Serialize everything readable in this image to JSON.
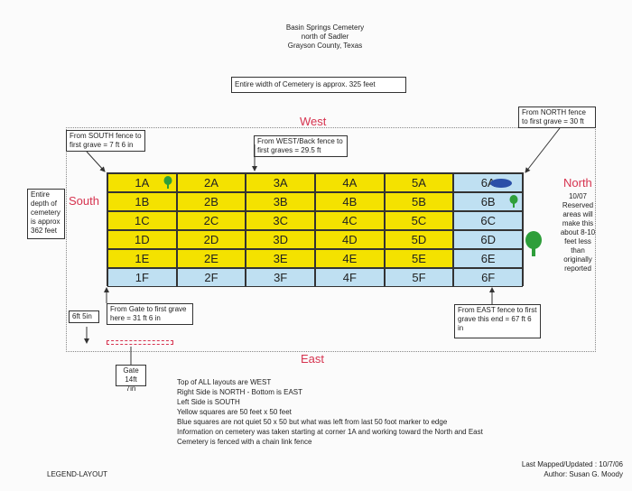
{
  "header": {
    "line1": "Basin Springs Cemetery",
    "line2": "north of Sadler",
    "line3": "Grayson County, Texas"
  },
  "width_note": "Entire width of Cemetery is approx. 325 feet",
  "directions": {
    "west": "West",
    "south": "South",
    "north": "North",
    "east": "East"
  },
  "notes": {
    "south_fence": "From SOUTH fence to first grave = 7 ft 6 in",
    "west_fence": "From WEST/Back fence to first graves = 29.5 ft",
    "north_fence": "From NORTH fence to first grave = 30 ft",
    "depth": "Entire depth of cemetery is approx 362 feet",
    "gate_first": "From Gate to first grave here = 31 ft 6 in",
    "east_fence": "From EAST fence to first grave this end = 67 ft 6 in",
    "six_ft": "6ft 5in",
    "gate": "Gate 14ft 7in",
    "reserved": "10/07 Reserved areas will make this about 8-10 feet less than originally reported"
  },
  "grid": {
    "rows": [
      [
        "1A",
        "2A",
        "3A",
        "4A",
        "5A",
        "6A"
      ],
      [
        "1B",
        "2B",
        "3B",
        "4B",
        "5B",
        "6B"
      ],
      [
        "1C",
        "2C",
        "3C",
        "4C",
        "5C",
        "6C"
      ],
      [
        "1D",
        "2D",
        "3D",
        "4D",
        "5D",
        "6D"
      ],
      [
        "1E",
        "2E",
        "3E",
        "4E",
        "5E",
        "6E"
      ],
      [
        "1F",
        "2F",
        "3F",
        "4F",
        "5F",
        "6F"
      ]
    ],
    "colors": {
      "yellow": "#f4e200",
      "blue": "#bfe0f2",
      "green": "#2e9e3a",
      "oval": "#2b4fa8"
    }
  },
  "legend": [
    "Top of ALL layouts are WEST",
    "Right Side is NORTH - Bottom is EAST",
    "Left Side is SOUTH",
    "Yellow squares are 50 feet x 50 feet",
    "Blue squares are not quiet 50 x 50 but what was left from last 50 foot marker to edge",
    "Information on cemetery was taken starting at corner 1A and working toward the North and East",
    "Cemetery is fenced with a chain link fence"
  ],
  "footer": {
    "left": "LEGEND-LAYOUT",
    "updated": "Last Mapped/Updated :  10/7/06",
    "author": "Author:  Susan G. Moody"
  }
}
